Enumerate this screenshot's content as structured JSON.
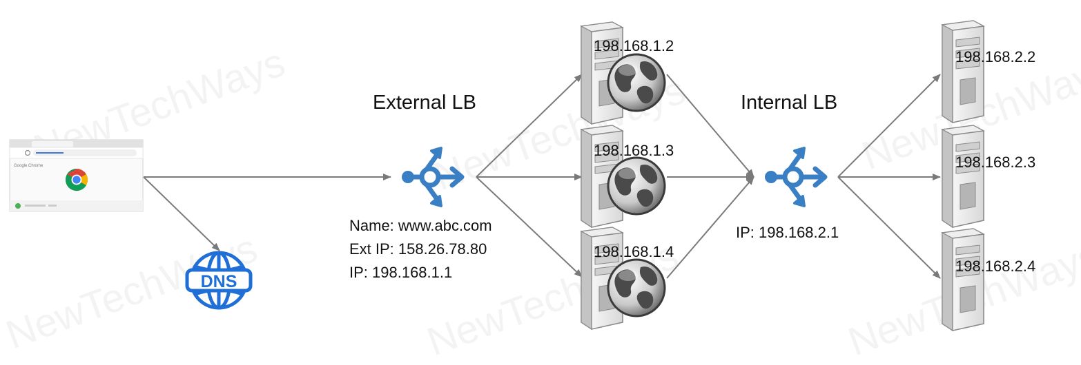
{
  "client": {
    "browser_name": "Google Chrome"
  },
  "dns": {
    "label": "DNS"
  },
  "external_lb": {
    "title": "External LB",
    "info": [
      "Name: www.abc.com",
      "Ext IP: 158.26.78.80",
      "IP: 198.168.1.1"
    ]
  },
  "internal_lb": {
    "title": "Internal LB",
    "info": [
      "IP: 198.168.2.1"
    ]
  },
  "web_servers": [
    "198.168.1.2",
    "198.168.1.3",
    "198.168.1.4"
  ],
  "app_servers": [
    "198.168.2.2",
    "198.168.2.3",
    "198.168.2.4"
  ],
  "watermark": "NewTechWays",
  "colors": {
    "lb_blue": "#3a7fc4",
    "dns_blue": "#1f6fd6",
    "arrow_gray": "#7a7a7a"
  }
}
